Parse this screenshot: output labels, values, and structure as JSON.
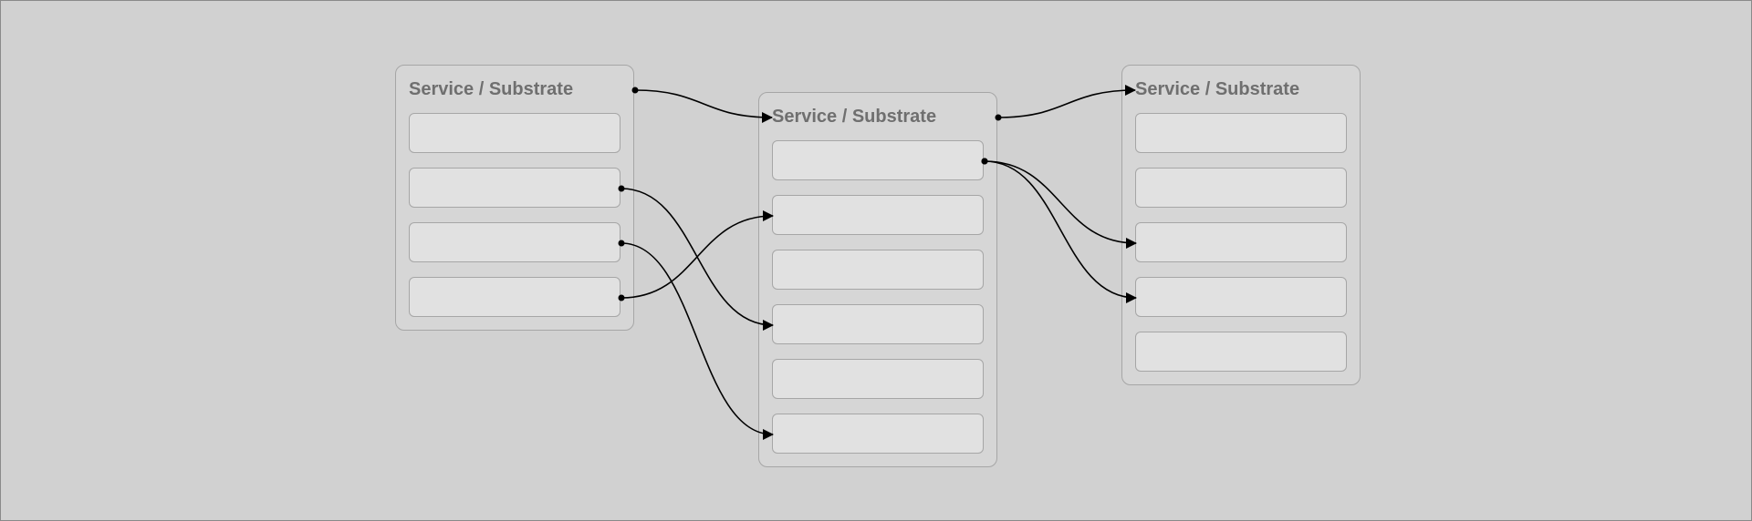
{
  "services": [
    {
      "id": "left",
      "title": "Service / Substrate",
      "slot_count": 4
    },
    {
      "id": "middle",
      "title": "Service / Substrate",
      "slot_count": 6
    },
    {
      "id": "right",
      "title": "Service / Substrate",
      "slot_count": 5
    }
  ],
  "connections": [
    {
      "from": {
        "service": "left",
        "port": "title"
      },
      "to": {
        "service": "middle",
        "port": "title"
      }
    },
    {
      "from": {
        "service": "left",
        "port": 1
      },
      "to": {
        "service": "middle",
        "port": 3
      }
    },
    {
      "from": {
        "service": "left",
        "port": 2
      },
      "to": {
        "service": "middle",
        "port": 5
      }
    },
    {
      "from": {
        "service": "left",
        "port": 3
      },
      "to": {
        "service": "middle",
        "port": 1
      }
    },
    {
      "from": {
        "service": "middle",
        "port": "title"
      },
      "to": {
        "service": "right",
        "port": "title"
      }
    },
    {
      "from": {
        "service": "middle",
        "port": 0
      },
      "to": {
        "service": "right",
        "port": 2
      }
    },
    {
      "from": {
        "service": "middle",
        "port": 0
      },
      "to": {
        "service": "right",
        "port": 3
      }
    }
  ],
  "colors": {
    "background": "#d1d1d1",
    "panel": "#d6d6d6",
    "slot": "#e1e1e1",
    "border": "#a6a6a6",
    "title_text": "#6f6f6f",
    "wire": "#000000"
  }
}
